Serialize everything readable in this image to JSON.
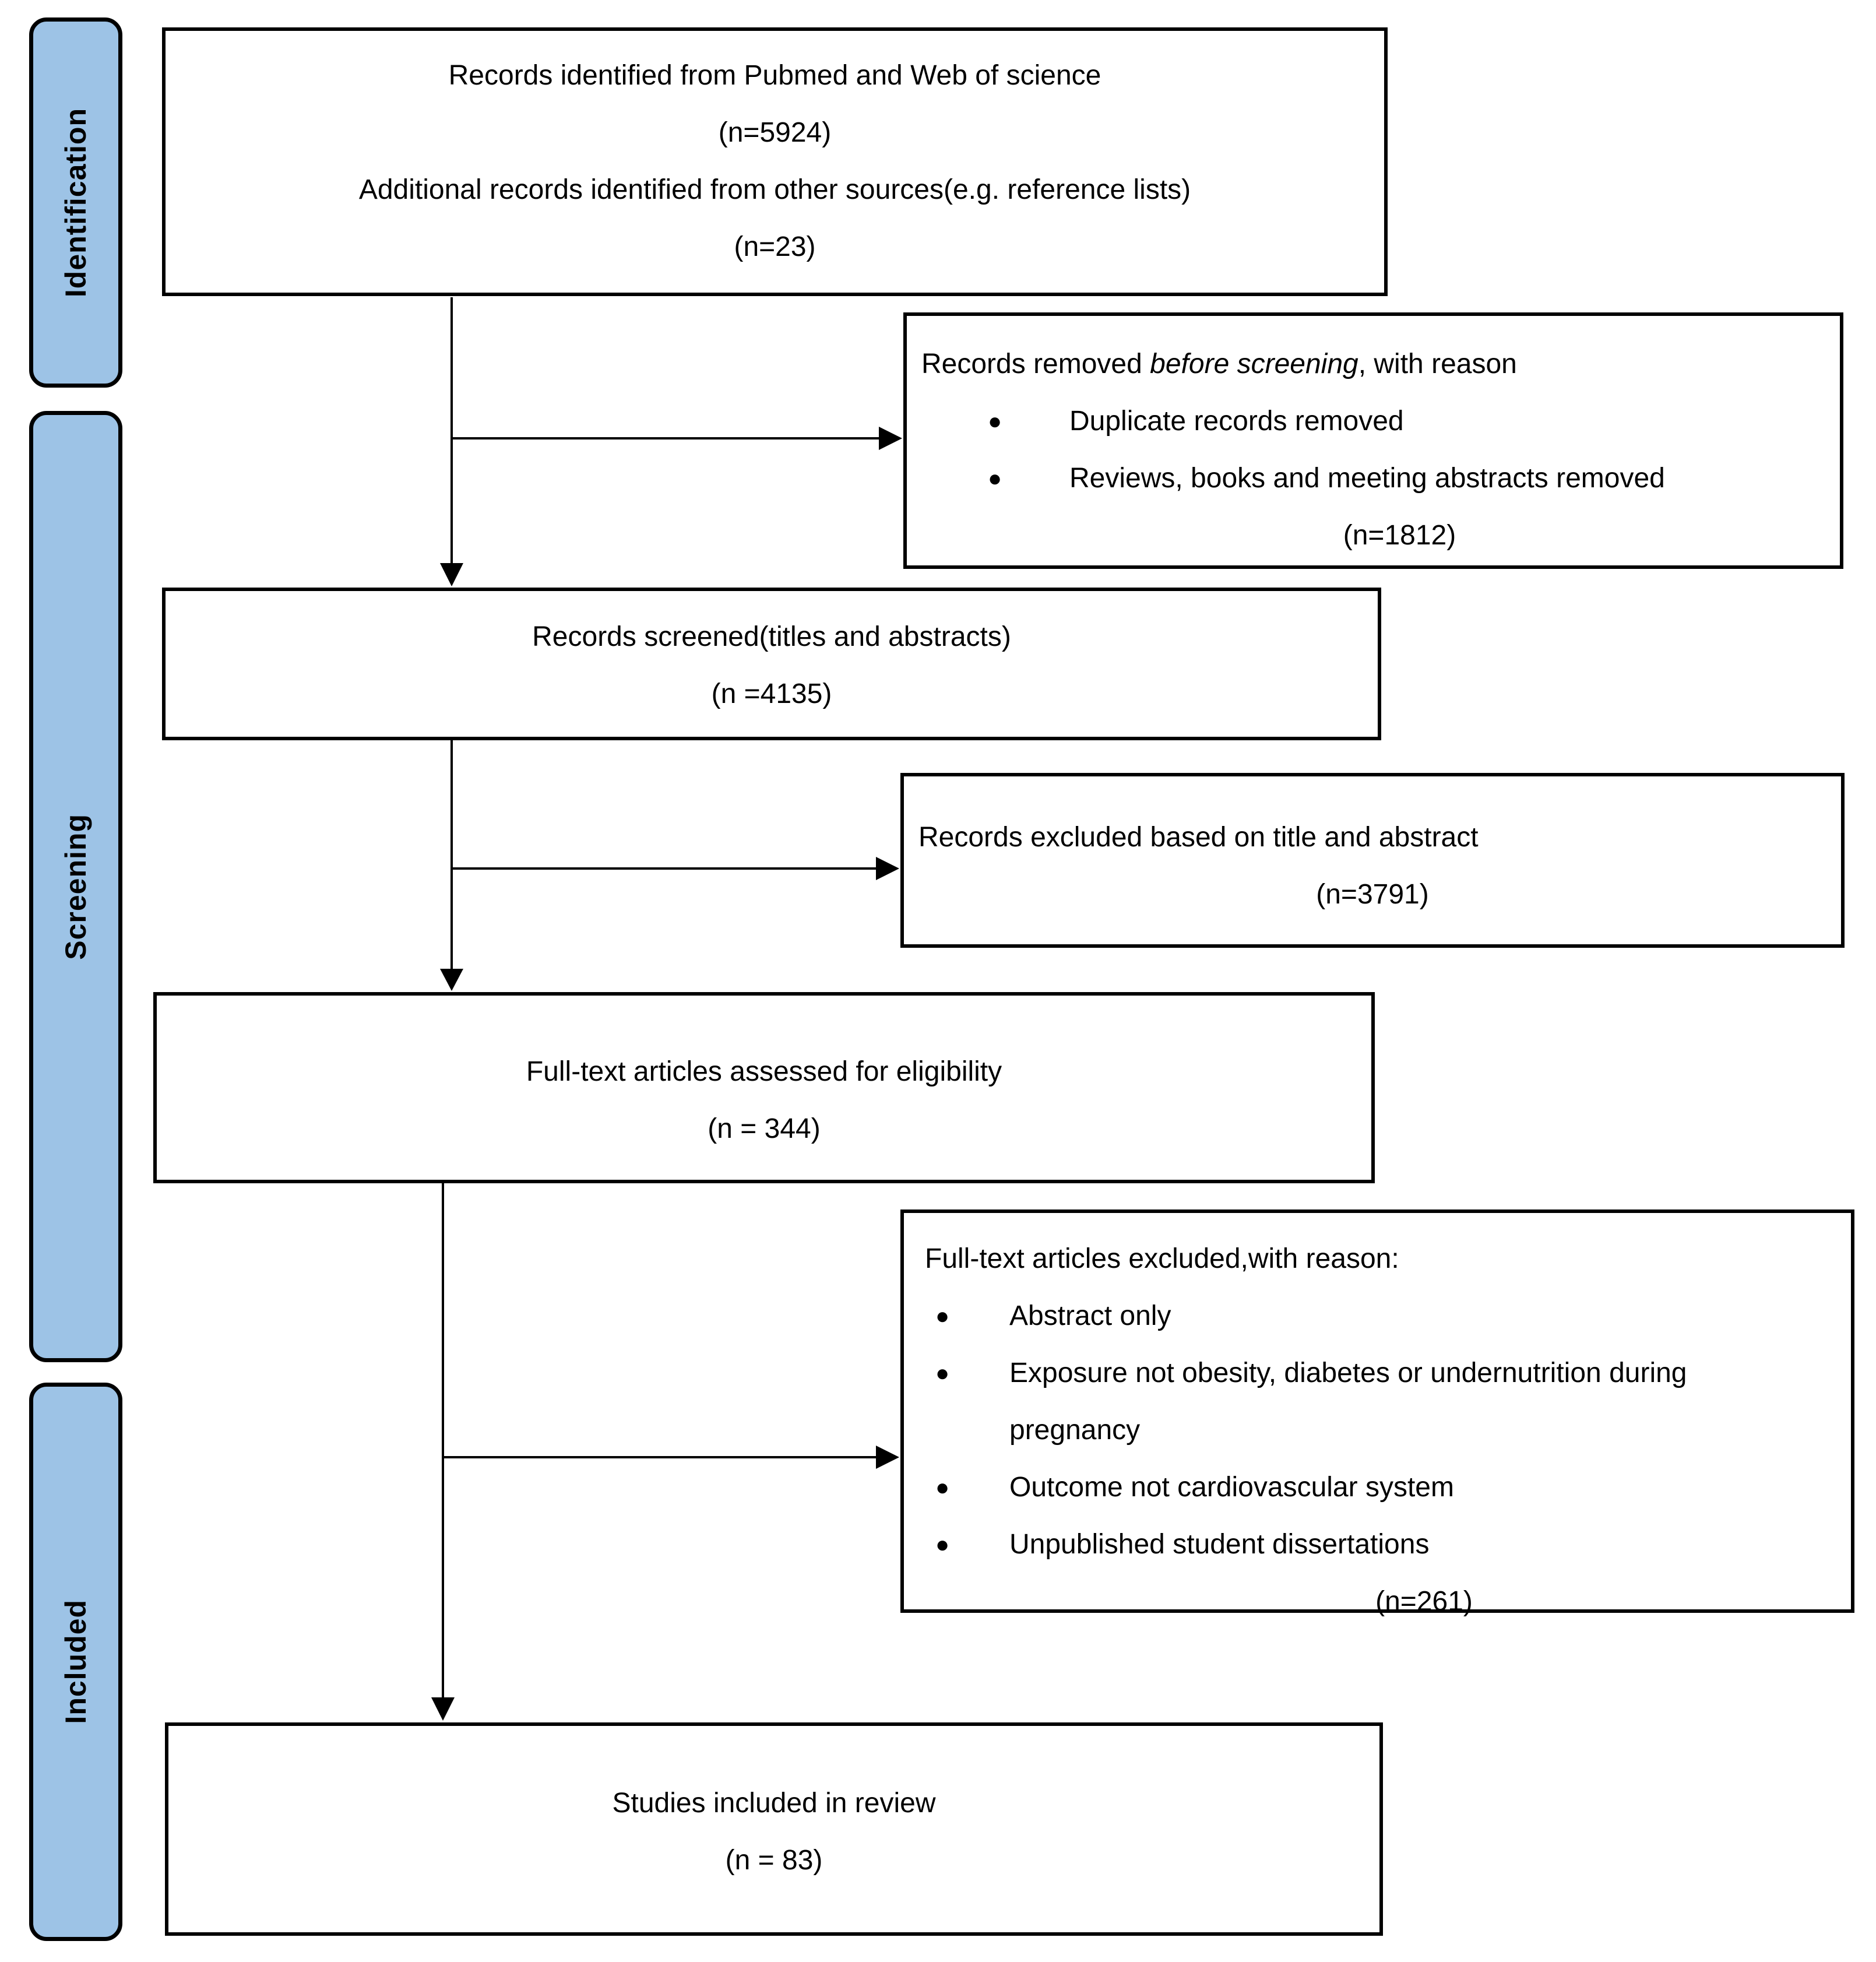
{
  "colors": {
    "stage_fill": "#9dc3e6",
    "line": "#000000",
    "box_border": "#000000",
    "background": "#ffffff"
  },
  "glyphs": {
    "bullet": "●"
  },
  "stages": [
    {
      "label": "Identification"
    },
    {
      "label": "Screening"
    },
    {
      "label": "Included"
    }
  ],
  "boxes": {
    "identified": {
      "line1": "Records identified from Pubmed and Web of science",
      "n1": "(n=5924)",
      "line2": "Additional records identified from other sources(e.g. reference lists)",
      "n2": "(n=23)"
    },
    "removed": {
      "title_pre": "Records removed ",
      "title_italic": "before screening",
      "title_post": ", with reason",
      "bullets": [
        "Duplicate records removed",
        "Reviews, books and meeting abstracts removed"
      ],
      "n": "(n=1812)"
    },
    "screened": {
      "line1": "Records screened(titles and abstracts)",
      "n": "(n =4135)"
    },
    "excluded_title_abstract": {
      "line1": "Records excluded based on title and abstract",
      "n": "(n=3791)"
    },
    "fulltext_assessed": {
      "line1": "Full-text articles assessed for eligibility",
      "n": "(n = 344)"
    },
    "fulltext_excluded": {
      "title": "Full-text articles excluded,with reason:",
      "bullets": [
        "Abstract only",
        "Exposure not obesity, diabetes or undernutrition during pregnancy",
        "Outcome not cardiovascular system",
        "Unpublished student dissertations"
      ],
      "n": "(n=261)"
    },
    "included_review": {
      "line1": "Studies included in review",
      "n": "(n = 83)"
    }
  }
}
